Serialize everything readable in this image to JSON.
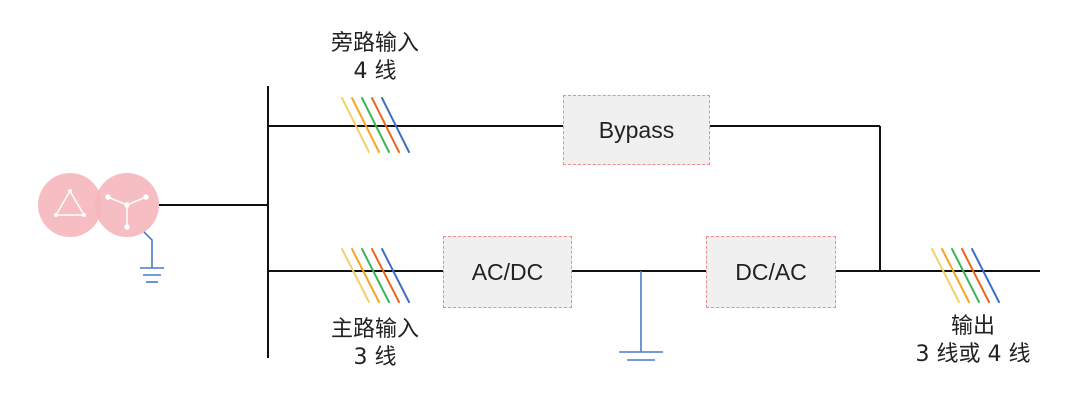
{
  "labels": {
    "bypass_input_line1": "旁路输入",
    "bypass_input_line2": "4 线",
    "main_input_line1": "主路输入",
    "main_input_line2": "3 线",
    "output_line1": "输出",
    "output_line2": "3 线或 4 线"
  },
  "blocks": {
    "bypass": "Bypass",
    "rectifier": "AC/DC",
    "inverter": "DC/AC"
  },
  "colors": {
    "wire": "#111111",
    "ground": "#4a7cc7",
    "box_border": "#f08c8c",
    "box_fill": "#f0f0f0",
    "transformer": "#f5b6bb",
    "conductors": [
      "#f2d16b",
      "#f5a623",
      "#3bb55a",
      "#e8681e",
      "#3e6fc4"
    ]
  }
}
